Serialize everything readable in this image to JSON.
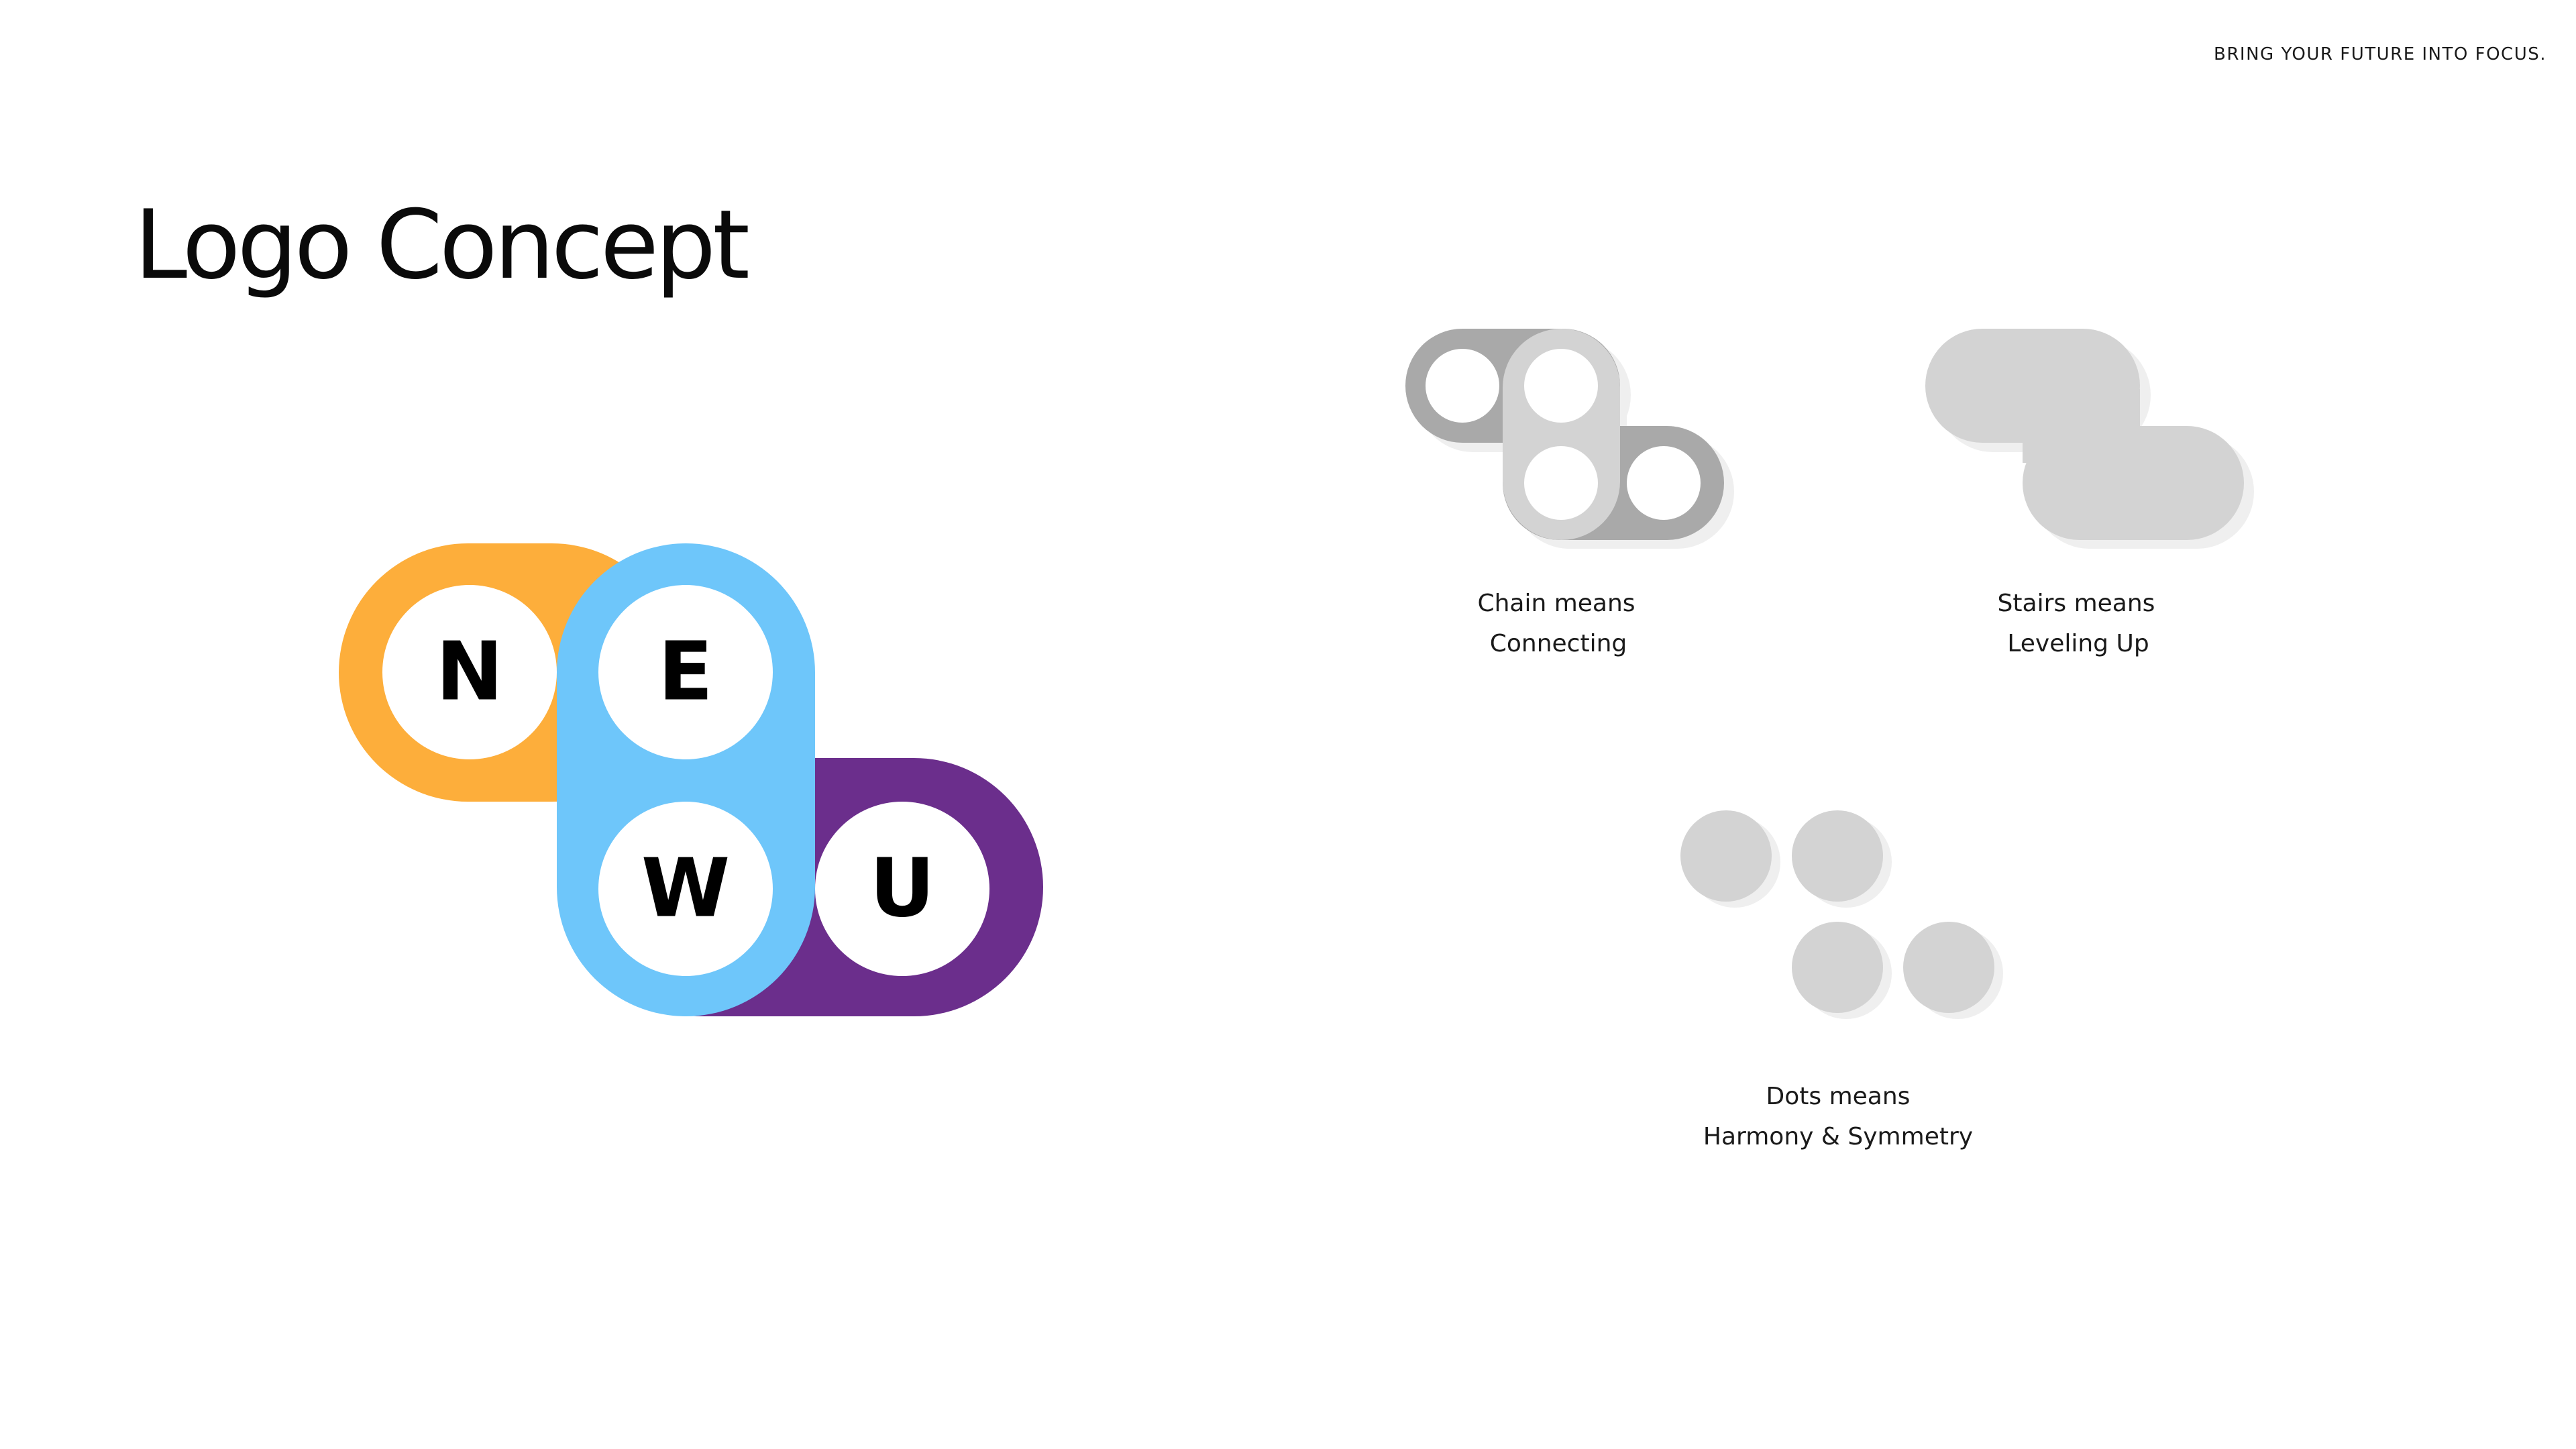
{
  "header": {
    "tagline": "BRING YOUR FUTURE INTO FOCUS."
  },
  "page": {
    "title": "Logo Concept"
  },
  "logo": {
    "letters": [
      "N",
      "E",
      "W",
      "U"
    ],
    "colors": {
      "orange": "#FDAE3B",
      "blue": "#6EC6FA",
      "purple": "#6B2E8C",
      "circle": "#FFFFFF",
      "letter": "#000000"
    }
  },
  "concepts": [
    {
      "line1": "Chain means",
      "line2": "Connecting"
    },
    {
      "line1": "Stairs means",
      "line2": "Leveling Up"
    },
    {
      "line1": "Dots means",
      "line2": "Harmony & Symmetry"
    }
  ],
  "palette": {
    "dark_gray": "#A9A9A9",
    "light_gray": "#D3D3D3",
    "shadow": "#EFEFEF"
  }
}
